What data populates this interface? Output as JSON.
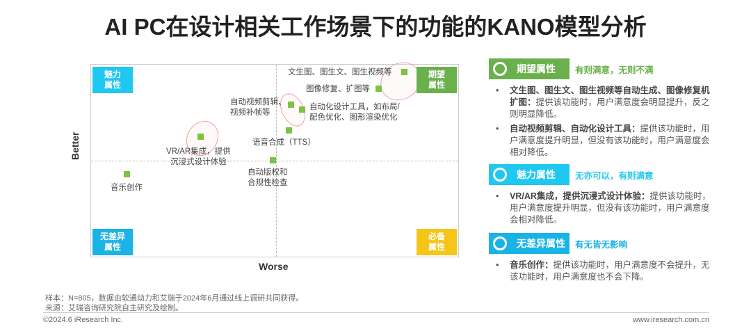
{
  "chart_data": {
    "type": "scatter",
    "title": "AI PC在设计相关工作场景下的功能的KANO模型分析",
    "xlabel": "Worse",
    "ylabel": "Better",
    "xlim": [
      -1,
      1
    ],
    "ylim": [
      -1,
      1
    ],
    "grid": false,
    "quadrants": [
      {
        "label": "魅力\n属性",
        "position": "top-left",
        "color": "#1ec8f0"
      },
      {
        "label": "期望\n属性",
        "position": "top-right",
        "color": "#6ab04c"
      },
      {
        "label": "无差异\n属性",
        "position": "bottom-left",
        "color": "#1ab3e6"
      },
      {
        "label": "必备\n属性",
        "position": "bottom-right",
        "color": "#f5c518"
      }
    ],
    "points": [
      {
        "label": "文生图、图生文、图生视频等",
        "x": 0.7,
        "y": 0.92
      },
      {
        "label": "图像修复、扩图等",
        "x": 0.56,
        "y": 0.75
      },
      {
        "label": "自动视频剪辑、\n视频补帧等",
        "x": 0.08,
        "y": 0.58
      },
      {
        "label": "自动化设计工具，如布局/\n配色优化、图形渲染优化",
        "x": 0.14,
        "y": 0.53
      },
      {
        "label": "语音合成（TTS）",
        "x": 0.07,
        "y": 0.32
      },
      {
        "label": "VR/AR集成，提供\n沉浸式设计体验",
        "x": -0.41,
        "y": 0.25
      },
      {
        "label": "自动版权和\n合规性检查",
        "x": -0.02,
        "y": 0.01
      },
      {
        "label": "音乐创作",
        "x": -0.81,
        "y": -0.14
      }
    ]
  },
  "legend": [
    {
      "title": "期望属性",
      "desc": "有则满意，无则不满",
      "color": "#6ab04c",
      "icon": "ring-icon",
      "items": [
        {
          "bold": "文生图、图生文、图生视频等自动生成、图像修复机扩图：",
          "text": "提供该功能时，用户满意度会明显提升，反之则明显降低。"
        },
        {
          "bold": "自动视频剪辑、自动化设计工具：",
          "text": "提供该功能时，用户满意度提升明显，但没有该功能时，用户满意度会相对降低。"
        }
      ]
    },
    {
      "title": "魅力属性",
      "desc": "无亦可以，有则满意",
      "color": "#1ec8f0",
      "icon": "surprised-face-icon",
      "items": [
        {
          "bold": "VR/AR集成，提供沉浸式设计体验：",
          "text": "提供该功能时，用户满意度提升明显，但没有该功能时，用户满意度会相对降低。"
        }
      ]
    },
    {
      "title": "无差异属性",
      "desc": "有无皆无影响",
      "color": "#1ab3e6",
      "icon": "gear-icon",
      "items": [
        {
          "bold": "音乐创作：",
          "text": "提供该功能时，用户满意度不会提升，无该功能时，用户满意度也不会下降。"
        }
      ]
    }
  ],
  "footer": {
    "sample": "样本：N=805，数据由软通动力和艾瑞于2024年6月通过线上调研共同获得。",
    "source": "来源：艾瑞咨询研究院自主研究及绘制。",
    "copyright": "©2024.6 iResearch Inc.",
    "url": "www.iresearch.com.cn"
  }
}
